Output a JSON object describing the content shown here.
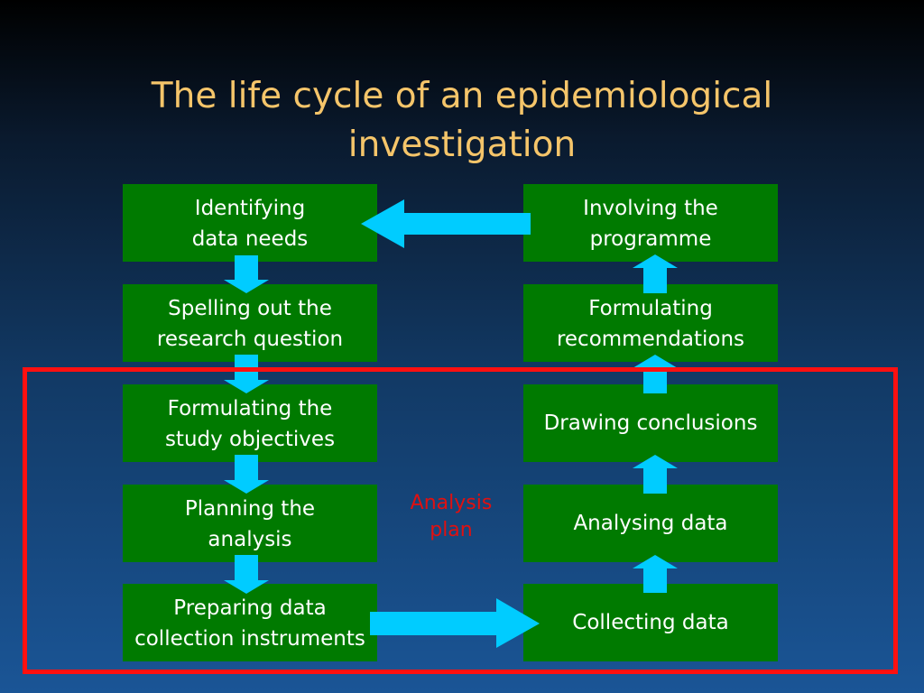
{
  "title": {
    "line1": "The life cycle of an epidemiological",
    "line2": "investigation"
  },
  "left_steps": [
    {
      "line1": "Identifying",
      "line2": "data needs"
    },
    {
      "line1": "Spelling out the",
      "line2": "research question"
    },
    {
      "line1": "Formulating the",
      "line2": "study objectives"
    },
    {
      "line1": "Planning the",
      "line2": "analysis"
    },
    {
      "line1": "Preparing data",
      "line2": "collection instruments"
    }
  ],
  "right_steps": [
    {
      "line1": "Involving the",
      "line2": "programme"
    },
    {
      "line1": "Formulating",
      "line2": "recommendations"
    },
    {
      "line1": "Drawing conclusions",
      "line2": ""
    },
    {
      "line1": "Analysing data",
      "line2": ""
    },
    {
      "line1": "Collecting data",
      "line2": ""
    }
  ],
  "analysis_plan": {
    "line1": "Analysis",
    "line2": "plan"
  },
  "colors": {
    "box": "#007a00",
    "arrow": "#00ccff",
    "title": "#f5c56a",
    "highlight": "#ff1010"
  }
}
